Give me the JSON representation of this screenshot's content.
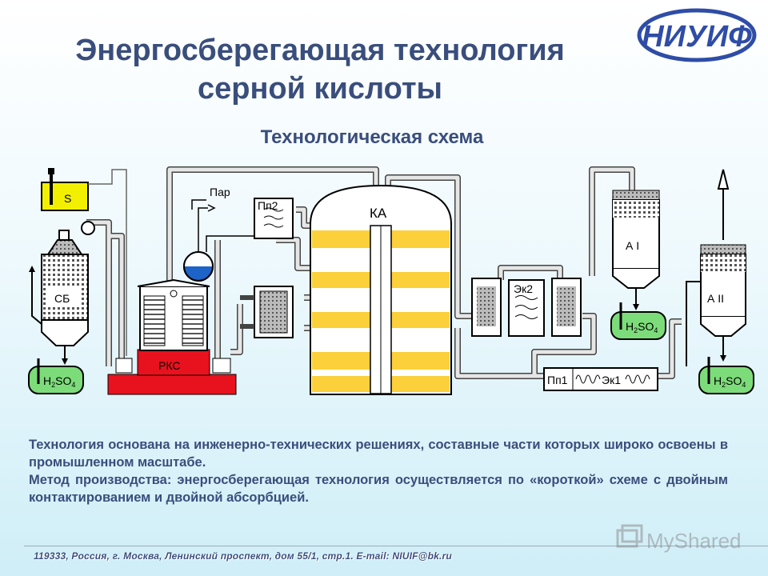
{
  "title": {
    "line1": "Энергосберегающая технология",
    "line2": "серной кислоты"
  },
  "subtitle": "Технологическая схема",
  "logo": {
    "text": "НИУИФ",
    "color": "#2f4da6"
  },
  "diagram": {
    "units": {
      "s": "S",
      "sb": "СБ",
      "rks": "РКС",
      "ka": "КА",
      "pp2": "Пп2",
      "par": "Пар",
      "ek2": "Эк2",
      "pp1": "Пп1",
      "ek1": "Эк1",
      "a1": "А I",
      "a2": "А II"
    },
    "acid": {
      "h": "H",
      "sub": "2",
      "so": "SO",
      "sub4": "4"
    },
    "colors": {
      "reactor_beds": "#fcd03a",
      "furnace": "#e8121e",
      "tank": "#7ddc7a",
      "sulfur": "#f2f000",
      "pipe": "#e6e6e6"
    }
  },
  "description": {
    "p1": "Технология основана на инженерно-технических решениях, составные части которых широко освоены в промышленном масштабе.",
    "p2": "Метод производства: энергосберегающая технология осуществляется по «короткой» схеме с двойным контактированием и двойной абсорбцией."
  },
  "footer": "119333, Россия, г. Москва, Ленинский проспект, дом 55/1, стр.1. E-mail: NIUIF@bk.ru",
  "watermark": "MyShared"
}
